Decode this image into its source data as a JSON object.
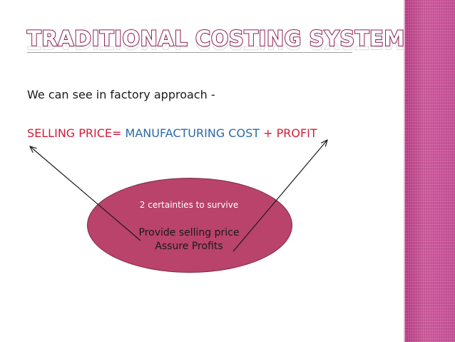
{
  "slide": {
    "title": "TRADITIONAL COSTING SYSTEM",
    "intro": "We can see in factory approach -",
    "formula": {
      "selling_price": "SELLING PRICE=",
      "manufacturing_cost": "MANUFACTURING COST",
      "plus": "+",
      "profit": "PROFIT"
    },
    "ellipse": {
      "heading": "2 certainties to survive",
      "line1": "Provide selling price",
      "line2": "Assure Profits"
    }
  },
  "colors": {
    "title_outline": "#8a1f52",
    "formula_red": "#d21d3b",
    "formula_blue": "#2a6aa8",
    "ellipse_fill": "#b9436a",
    "side_strip": "#c9579a"
  }
}
